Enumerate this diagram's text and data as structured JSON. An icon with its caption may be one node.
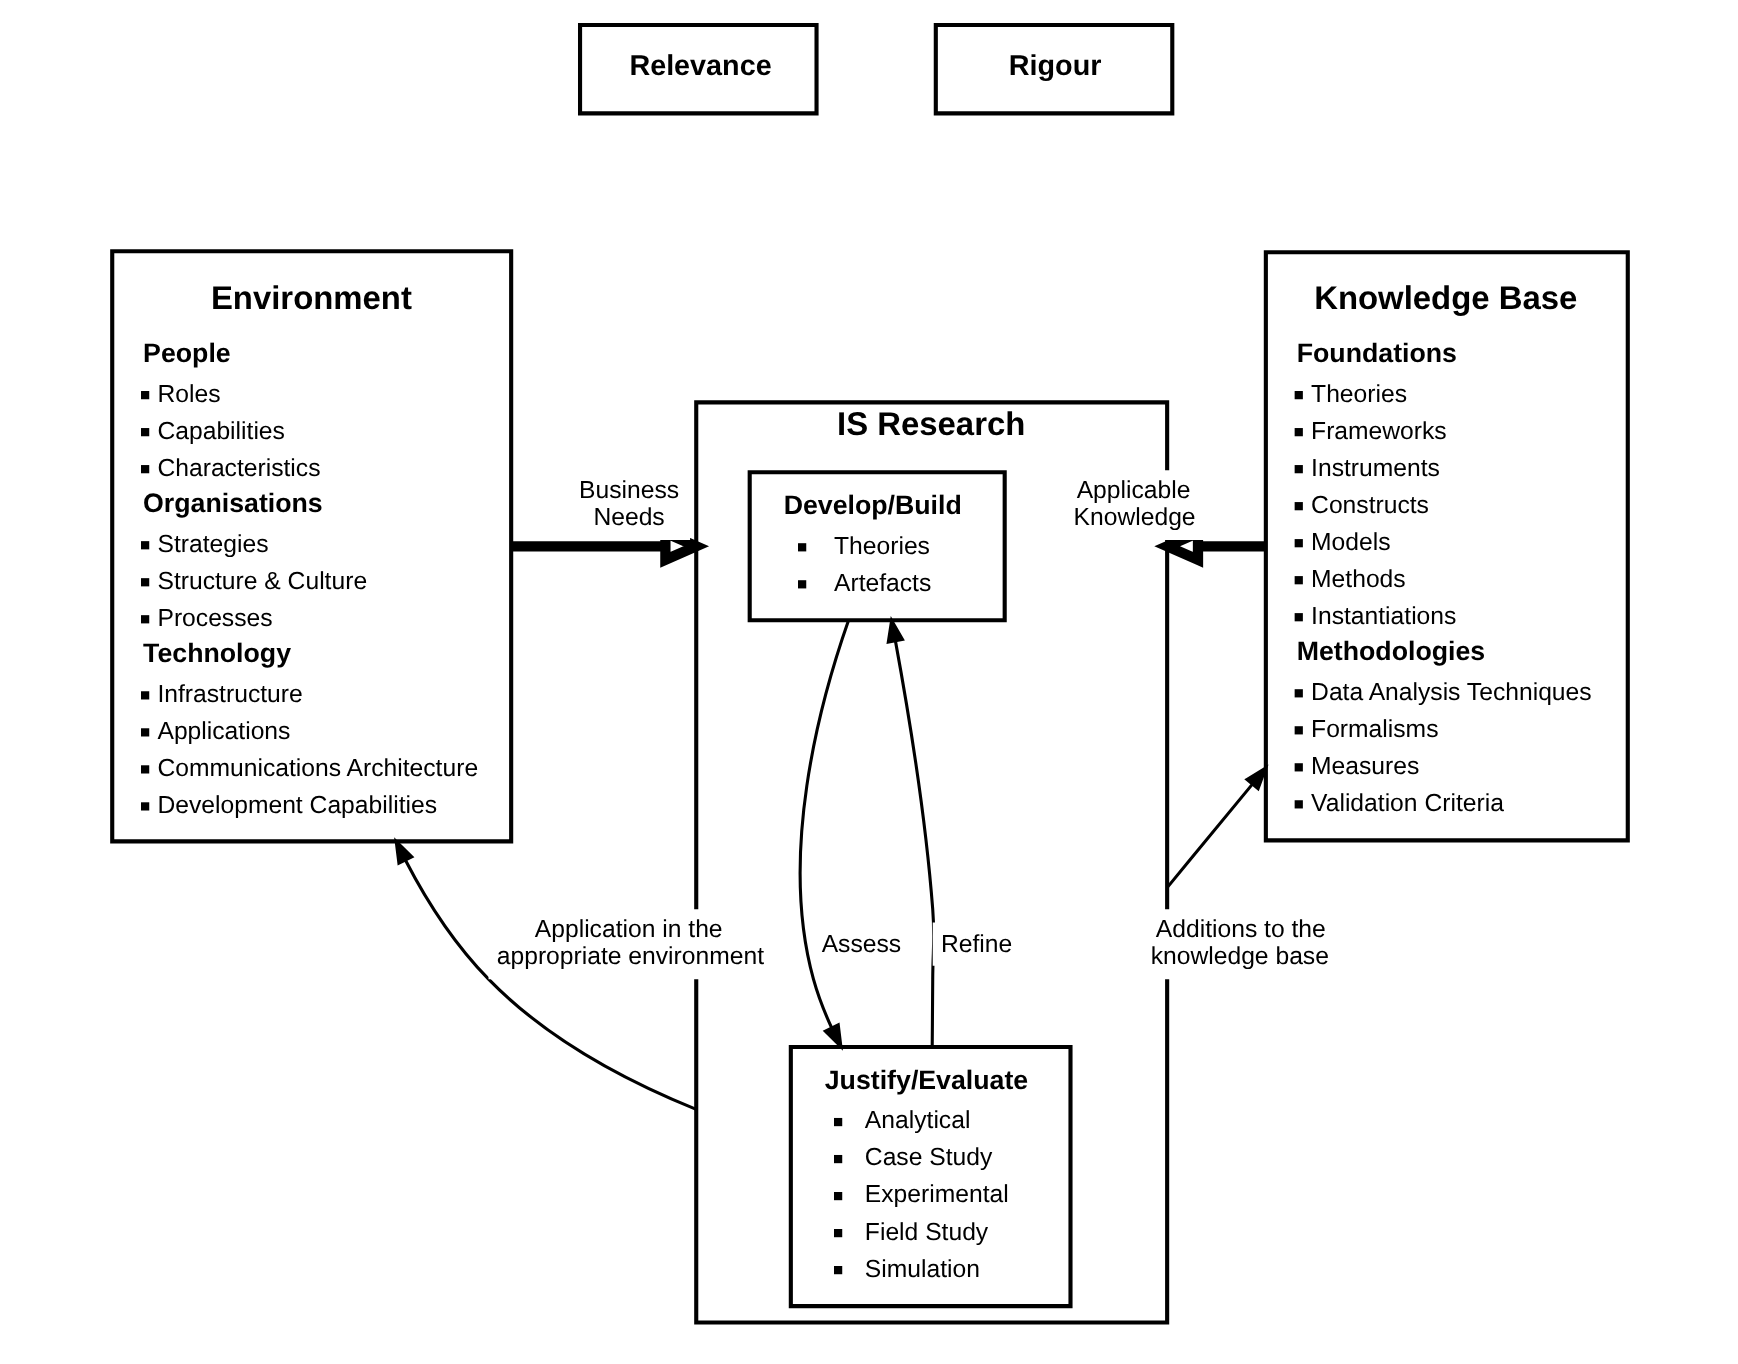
{
  "diagram": {
    "nodes": [
      {
        "text": [
          "Environment",
          "People",
          "Roles",
          "Capabilities",
          "Characteristics",
          "Organisations",
          "Strategies",
          "Structure & Culture",
          "Processes",
          "Technology",
          "Infrastructure",
          "Applications",
          "Communications Architecture",
          "Development Capabilities"
        ]
      },
      {
        "text": [
          "Relevance"
        ]
      },
      {
        "text": [
          "IS Research"
        ]
      },
      {
        "text": [
          "Develop/Build",
          "Theories",
          "Artefacts"
        ],
        "in": 2
      },
      {
        "text": [
          "Justify/Evaluate",
          "Analytical",
          "Case Study",
          "Experimental",
          "Field Study",
          "Simulation"
        ],
        "in": 2
      },
      {
        "text": [
          "Rigour"
        ]
      },
      {
        "text": [
          "Knowledge Base",
          "Foundations",
          "Theories",
          "Frameworks",
          "Instruments",
          "Constructs",
          "Models",
          "Methods",
          "Instantiations",
          "Methodologies",
          "Data Analysis Techniques",
          "Formalisms",
          "Measures",
          "Validation Criteria"
        ]
      }
    ],
    "edges": [
      {
        "from": 0,
        "to": 2,
        "arrow": "to",
        "label": "Business Needs",
        "style": "thick"
      },
      {
        "from": 6,
        "to": 2,
        "arrow": "to",
        "label": "Applicable Knowledge",
        "style": "thick"
      },
      {
        "from": 3,
        "to": 4,
        "arrow": "to",
        "label": "Assess"
      },
      {
        "from": 4,
        "to": 3,
        "arrow": "to",
        "label": "Refine"
      },
      {
        "from": 2,
        "to": 0,
        "arrow": "to",
        "label": "Application in the appropriate environment"
      },
      {
        "from": 2,
        "to": 6,
        "arrow": "to",
        "label": "Additions to the knowledge base"
      }
    ]
  }
}
